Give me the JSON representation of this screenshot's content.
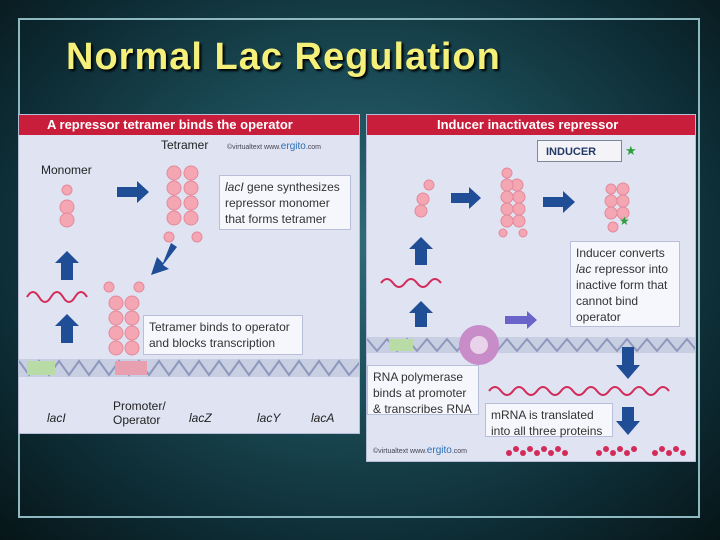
{
  "slide": {
    "title": "Normal Lac Regulation"
  },
  "panel_left": {
    "header": "A repressor tetramer binds the operator",
    "tetramer_label": "Tetramer",
    "monomer_label": "Monomer",
    "credit": {
      "prefix": "©virtualtext www.",
      "brand": "ergito",
      "suffix": ".com"
    },
    "box_synth": {
      "italic": "lacI",
      "text": " gene synthesizes repressor monomer that forms tetramer"
    },
    "box_binds": "Tetramer binds to operator and blocks transcription",
    "genes": [
      "lacI",
      "lacZ",
      "lacY",
      "lacA"
    ],
    "promoter_label": "Promoter/ Operator"
  },
  "panel_right": {
    "header": "Inducer inactivates repressor",
    "inducer": "INDUCER",
    "box_inducer": {
      "line1": "Inducer converts",
      "italic": "lac",
      "text": " repressor into inactive form that cannot bind operator"
    },
    "box_rnapol": "RNA polymerase binds at promoter & transcribes RNA",
    "box_mrna": "mRNA is translated into all three proteins",
    "credit": {
      "prefix": "©virtualtext www.",
      "brand": "ergito",
      "suffix": ".com"
    }
  },
  "colors": {
    "title": "#f5f07a",
    "header": "#c81e3c",
    "arrow": "#1f4d96",
    "protein": "#f4a6b2",
    "mrna": "#d42c5a",
    "dna": "#9aa6c8",
    "polymerase": "#c88cc9",
    "inducer_star": "#2e9d3c"
  }
}
